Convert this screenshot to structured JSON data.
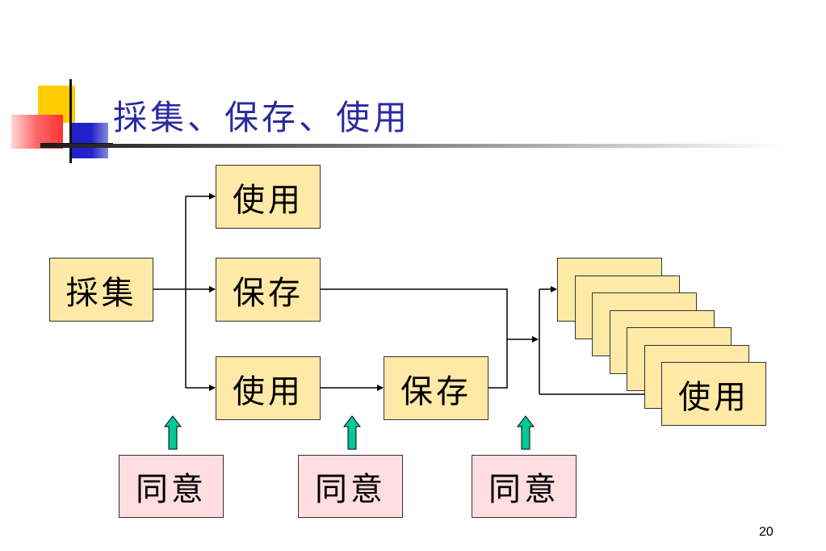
{
  "slide": {
    "title": "採集、保存、使用",
    "page_number": "20"
  },
  "diagram": {
    "collect_label": "採集",
    "use_top_label": "使用",
    "store_mid_label": "保存",
    "use_bottom_label": "使用",
    "store_bottom_label": "保存",
    "use_copies_label": "使用",
    "consent_labels": [
      "同意",
      "同意",
      "同意"
    ]
  },
  "colors": {
    "box_yellow": "#ffe9a6",
    "box_pink": "#ffdde0",
    "title_blue": "#2a2aa0",
    "arrow_green": "#00c896",
    "deco_yellow": "#ffcc00",
    "deco_red": "#ff3333",
    "deco_blue": "#2222cc"
  }
}
